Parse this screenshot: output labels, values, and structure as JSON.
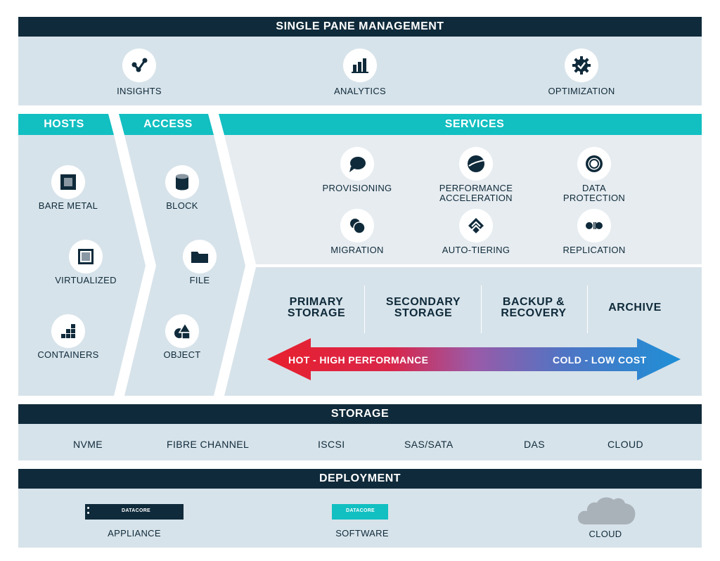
{
  "management": {
    "title": "SINGLE PANE MANAGEMENT",
    "items": [
      {
        "label": "INSIGHTS",
        "icon": "insights-icon"
      },
      {
        "label": "ANALYTICS",
        "icon": "analytics-icon"
      },
      {
        "label": "OPTIMIZATION",
        "icon": "optimization-icon"
      }
    ]
  },
  "hosts": {
    "title": "HOSTS",
    "items": [
      {
        "label": "BARE METAL",
        "icon": "bare-metal-icon"
      },
      {
        "label": "VIRTUALIZED",
        "icon": "virtualized-icon"
      },
      {
        "label": "CONTAINERS",
        "icon": "containers-icon"
      }
    ]
  },
  "access": {
    "title": "ACCESS",
    "items": [
      {
        "label": "BLOCK",
        "icon": "block-icon"
      },
      {
        "label": "FILE",
        "icon": "file-folder-icon"
      },
      {
        "label": "OBJECT",
        "icon": "object-icon"
      }
    ]
  },
  "services": {
    "title": "SERVICES",
    "items": [
      {
        "label": "PROVISIONING",
        "icon": "provisioning-icon"
      },
      {
        "label": "PERFORMANCE",
        "label2": "ACCELERATION",
        "icon": "performance-acceleration-icon"
      },
      {
        "label": "DATA",
        "label2": "PROTECTION",
        "icon": "data-protection-icon"
      },
      {
        "label": "MIGRATION",
        "icon": "migration-icon"
      },
      {
        "label": "AUTO-TIERING",
        "icon": "auto-tiering-icon"
      },
      {
        "label": "REPLICATION",
        "icon": "replication-icon"
      }
    ]
  },
  "tiers": {
    "items": [
      {
        "line1": "PRIMARY",
        "line2": "STORAGE"
      },
      {
        "line1": "SECONDARY",
        "line2": "STORAGE"
      },
      {
        "line1": "BACKUP &",
        "line2": "RECOVERY"
      },
      {
        "line1": "ARCHIVE",
        "line2": ""
      }
    ],
    "arrow_left": "HOT - HIGH PERFORMANCE",
    "arrow_right": "COLD - LOW COST"
  },
  "storage": {
    "title": "STORAGE",
    "items": [
      "NVME",
      "FIBRE CHANNEL",
      "ISCSI",
      "SAS/SATA",
      "DAS",
      "CLOUD"
    ]
  },
  "deployment": {
    "title": "DEPLOYMENT",
    "appliance_brand": "DATACORE",
    "software_brand": "DATACORE",
    "items": [
      {
        "label": "APPLIANCE",
        "icon": "appliance-icon"
      },
      {
        "label": "SOFTWARE",
        "icon": "software-icon"
      },
      {
        "label": "CLOUD",
        "icon": "cloud-icon"
      }
    ]
  },
  "colors": {
    "navy": "#0f2a3a",
    "teal": "#12bfc1",
    "panel": "#d7e3ea",
    "hot": "#e8202e",
    "cold": "#1e8fd6"
  }
}
